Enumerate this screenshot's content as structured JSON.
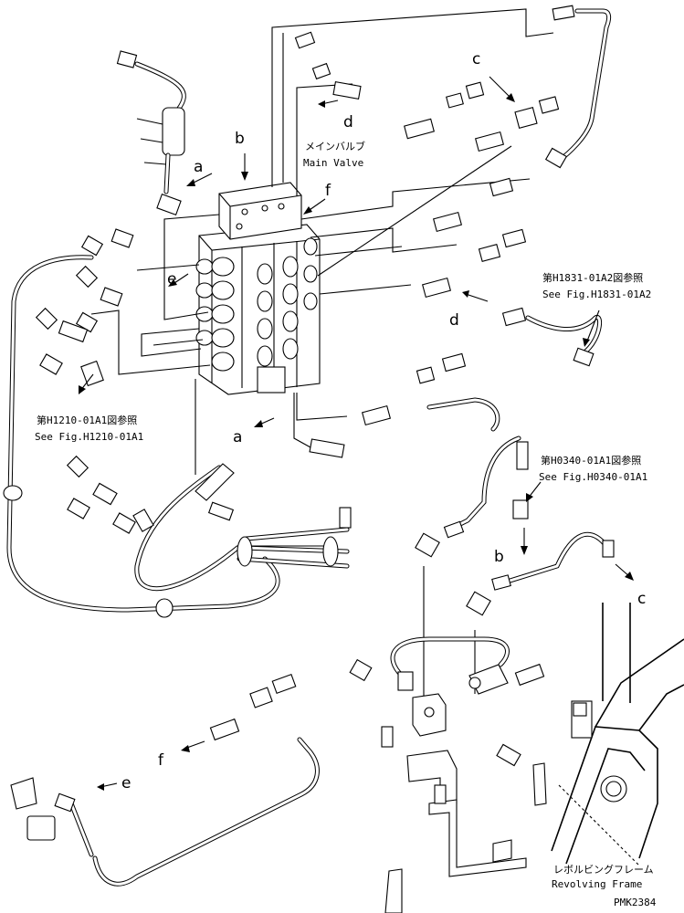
{
  "diagram": {
    "main_valve": {
      "label_jp": "メインバルブ",
      "label_en": "Main Valve"
    },
    "revolving_frame": {
      "label_jp": "レボルビングフレーム",
      "label_en": "Revolving Frame"
    },
    "references": [
      {
        "jp": "第H1831-01A2図参照",
        "en": "See Fig.H1831-01A2"
      },
      {
        "jp": "第H1210-01A1図参照",
        "en": "See Fig.H1210-01A1"
      },
      {
        "jp": "第H0340-01A1図参照",
        "en": "See Fig.H0340-01A1"
      }
    ],
    "letters": [
      "a",
      "b",
      "c",
      "d",
      "e",
      "f"
    ],
    "drawing_code": "PMK2384"
  }
}
